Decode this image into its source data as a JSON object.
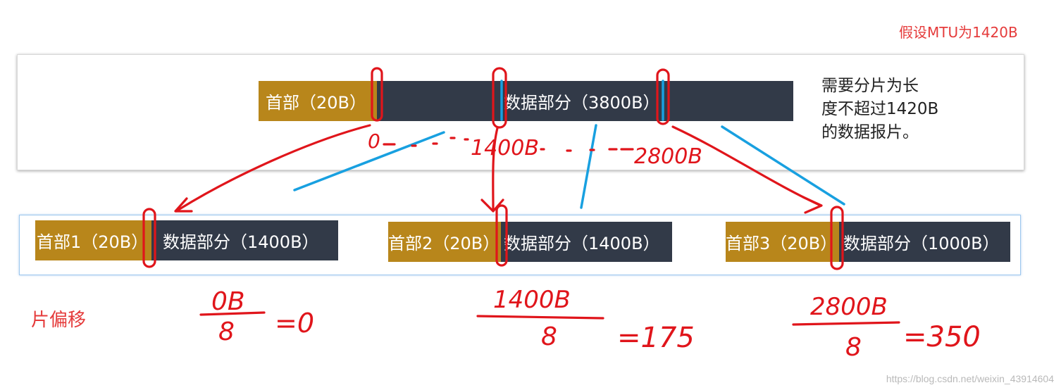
{
  "mtu_note": "假设MTU为1420B",
  "original": {
    "header": "首部（20B）",
    "data": "数据部分（3800B）"
  },
  "side_note": "需要分片为长\n度不超过1420B\n的数据报片。",
  "fragments": [
    {
      "header": "首部1（20B）",
      "data": "数据部分（1400B）"
    },
    {
      "header": "首部2（20B）",
      "data": "数据部分（1400B）"
    },
    {
      "header": "首部3（20B）",
      "data": "数据部分（1000B）"
    }
  ],
  "offset_label": "片偏移",
  "handwriting": {
    "markers": [
      "0",
      "1400B",
      "2800B"
    ],
    "calc": [
      {
        "numerator": "0B",
        "denominator": "8",
        "result": "=0"
      },
      {
        "numerator": "1400B",
        "denominator": "8",
        "result": "=175"
      },
      {
        "numerator": "2800B",
        "denominator": "8",
        "result": "=350"
      }
    ]
  },
  "watermark": "https://blog.csdn.net/weixin_43914604",
  "colors": {
    "header": "#b8861b",
    "data": "#323a48",
    "annotation_red": "#e0151b",
    "annotation_blue": "#18a0e0"
  }
}
